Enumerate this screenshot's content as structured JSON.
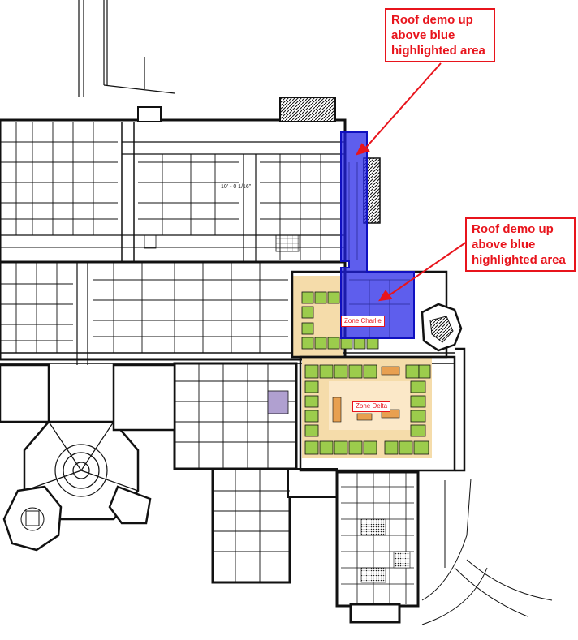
{
  "callouts": [
    {
      "text": "Roof demo up\nabove blue\nhighlighted area"
    },
    {
      "text": "Roof demo up\nabove blue\nhighlighted area"
    }
  ],
  "zones": [
    {
      "label": "Zone Charlie"
    },
    {
      "label": "Zone Delta"
    }
  ],
  "dimension_text": "10' - 0 1/16\"",
  "colors": {
    "annotation_red": "#e8141c",
    "highlight_blue": "#2020e6",
    "zone_tan": "#f5dcaa",
    "room_green": "#9ccc4c",
    "room_purple": "#b0a0d0",
    "wall_black": "#111111"
  }
}
